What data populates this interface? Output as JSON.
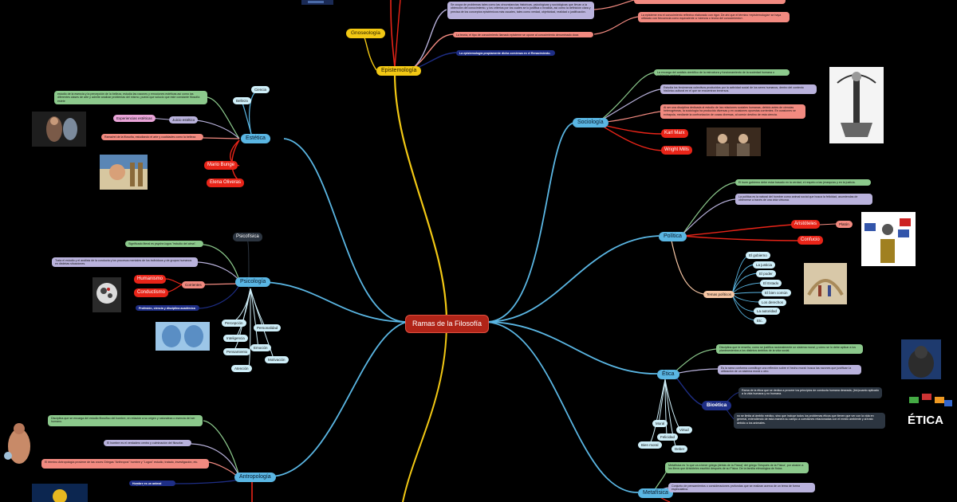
{
  "center": "Ramas de la Filosofía",
  "epistemologia": {
    "label": "Epistemología",
    "gnoseologia": "Gnoseología",
    "note1": "Se ocupa de problemas tales como las circunstancias históricas, psicológicas y sociológicas que llevan a la obtención del conocimiento, y los criterios por los cuales se lo justifica o invalida, así como la definición clara y precisa de los conceptos epistémicos más usuales, tales como verdad, objetividad, realidad o justificación.",
    "note2": "La teoría, el tipo de conocimiento llamado episteme se opone al conocimiento denominado doxa",
    "note3": "La epistemología propiamente dicha comienza en el Renacimiento.",
    "note4": "La episteme era el conocimiento reflexivo elaborado con rigor. De ahí que el término «epistemología» se haya utilizado con frecuencia como equivalente a «ciencia o teoría del conocimiento»."
  },
  "estetica": {
    "label": "Estética",
    "ciencia": "Ciencia",
    "belleza": "Belleza",
    "note1": "estudio de la esencia y la percepción de la belleza, estudia las razones y emociones estéticas así como las diferentes clases de arte y admite analizar problemas del mismo, puedo que solucio que este constante filosofía estete",
    "juicio": "Juicio estético",
    "experiencias": "Experiencias estéticas",
    "note2": "Rama/rel de la filosofía, estudiando el arte y cualidades como la belleza",
    "mario": "Mario Bunge",
    "elena": "Elena Oliveras"
  },
  "psicologia": {
    "label": "Psicología",
    "psicofisica": "Psicofísica",
    "note1": "Significado literal es psyche-logos \"estudio del alma\".",
    "note2": "Trata el estudio y el análisis de la conducta y los procesos mentales de los individuos y de grupos humanos en distintas situaciones.",
    "humanismo": "Humanismo",
    "conductismo": "Conductismo",
    "corrientes": "Corrientes",
    "profesion": "Profesión, ciencia y disciplina académica",
    "subtopics": [
      "Percepción",
      "Personalidad",
      "Inteligencia",
      "Emoción",
      "Pensamiento",
      "Motivación",
      "Atención"
    ]
  },
  "antropologia": {
    "label": "Antropología",
    "note1": "Disciplina que se encarga del estudio filosófico del hombre, en relación a su origen y naturaleza o esencia del ser humano.",
    "note2": "El hombre es el verdadero centro y culminación del filosofar.",
    "note3": "El término Antropología proviene de las voces Griegas \"Anthropos\" hombre y \"Logos\" estudio, tratado, investigación, etc.",
    "note4": "Hombre es un animal racional"
  },
  "sociologia": {
    "label": "Sociología",
    "note1": "La encarga del análisis científico de la estructura y funcionamiento de la sociedad humana o población regional.",
    "note2": "Estudia los fenómenos colectivos producidos por la actividad social de los seres humanos, dentro del contexto histórico-cultural en el que se encuentran inmersos.",
    "note3": "Al ser una disciplina dedicada al estudio de las relaciones sociales humanas, debido antes de ciencias heterogéneas, la sociología ha producido diversas y en ocasiones opuestas corrientes. En ocasiones se extrapola, mediante la confrontación de cosas diversas, al común destino de esta ciencia.",
    "marx": "Karl Marx",
    "mills": "Wright Mills"
  },
  "politica": {
    "label": "Política",
    "note1": "El buen gobierno debe estar basado en la verdad, el respeto a las jerarquías y en la justicia.",
    "note2": "La política es la natural del hombre como animal social que busca la felicidad, asumiendas de obtenerse a través de una vida virtuosa.",
    "aristoteles": "Aristóteles",
    "platon": "Platón",
    "confucio": "Confucio",
    "temas": "Temas políticos",
    "subtopics": [
      "El gobierno",
      "La justicia",
      "El poder",
      "El Estado",
      "El bien común",
      "Los derechos",
      "La autoridad",
      "Etc."
    ]
  },
  "etica": {
    "label": "Ética",
    "note1": "Disciplina que te enseña, como se justifica racionalmente un sistema moral, y cómo se lo debe aplicar a los planteamientos a los distintos ámbitos de la vida social.",
    "note2": "Es la rama conforma constituye una reflexión sobre el hecho moral: busca las razones que justifican la utilización de un sistema moral u otro.",
    "bioetica": "Bioética",
    "bio1": "Rama de la ética que se dedica a proveer los principios de conducta humana deseada, (bio)cuanto aplicado a la vida humana y no humana.",
    "bio2": "no se limita al ámbito médico, sino que incluye todos los problemas éticos que tienen que ver con la vida en general, extendiendo de esta manera su campo a cuestiones relacionadas con el medio ambiente y al trato debido a los animales.",
    "subtopics": [
      "Moral",
      "Virtud",
      "Felicidad",
      "Bien moral",
      "Deber"
    ],
    "sign": "ÉTICA"
  },
  "metafisica": {
    "label": "Metafísica",
    "note1": "Metafísica es 'lo que va a tener griega (detrás de la Física)' del griego 'Después de la Física', por alusión a los libros que Aristóteles escribió después de su Física. De la familia etimológica de física.",
    "note2": "Conjunto de pensamientos o consideraciones profundas que se realizan acerca de un tema de forma especulativa."
  },
  "colors": {
    "epistemologia": "#f2c814",
    "estetica": "#5ab6e3",
    "antropologia": "#5ab6e3",
    "center": "#b02418",
    "branch_green": "#8cc98c",
    "branch_lav": "#b9b2dc",
    "branch_salmon": "#f28a80",
    "branch_red": "#e82418",
    "branch_navy": "#1e2e86"
  }
}
